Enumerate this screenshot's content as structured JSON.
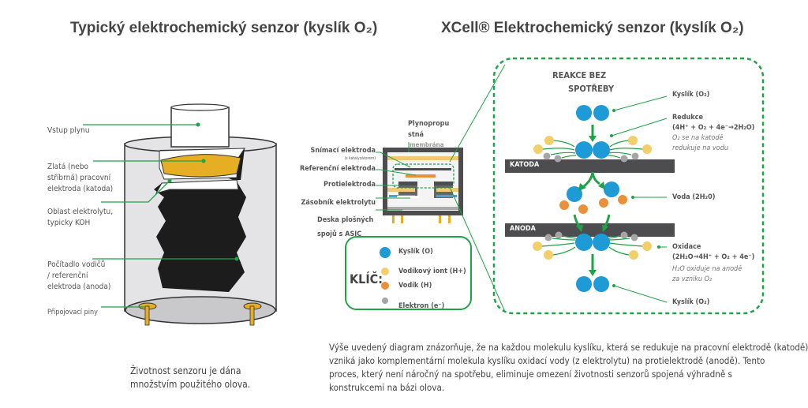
{
  "titles": {
    "left": "Typický elektrochemický senzor (kyslík O₂)",
    "right": "XCell® Elektrochemický senzor (kyslík O₂)"
  },
  "left_sensor": {
    "labels": [
      "Vstup plynu",
      "Zlatá (nebo",
      "stříbrná) pracovní",
      "elektroda (katoda)",
      "Oblast elektrolytu,",
      "typicky KOH",
      "Počítadlo vodičů",
      "/ referenční",
      "elektroda (anoda)",
      "Připojovací piny"
    ],
    "caption": [
      "Životnost senzoru je dána",
      "množstvím použitého olova."
    ]
  },
  "xcell_sensor": {
    "membrane_label": [
      "Plynopropu",
      "stná",
      "membrána"
    ],
    "labels": [
      "Snímací elektroda",
      "(s katalyzátorem)",
      "Referenční elektroda",
      "Protielektroda",
      "Zásobník elektrolytu",
      "Deska plošných",
      "spojů s ASIC"
    ]
  },
  "key": {
    "title": "KLÍČ:",
    "items": [
      {
        "label": "Kyslík (O)",
        "color": "#1e9ad6"
      },
      {
        "label": "Vodíkový iont (H+)",
        "color": "#f2cf6b"
      },
      {
        "label": "Vodík (H)",
        "color": "#e8913a"
      },
      {
        "label": "Elektron (e⁻)",
        "color": "#a6a6a6"
      }
    ]
  },
  "reaction": {
    "heading": [
      "REAKCE BEZ",
      "SPOTŘEBY"
    ],
    "cathode": "KATODA",
    "anode": "ANODA",
    "labels": {
      "oxygen_top": "Kyslík (O₂)",
      "reduction": "Redukce",
      "reduction_eq": "(4H⁺ + O₂ + 4e⁻→2H₂O)",
      "reduction_note": [
        "O₂ se na katodě",
        "redukuje na vodu"
      ],
      "water": "Voda (2H₂0)",
      "oxidation": "Oxidace",
      "oxidation_eq": "(2H₂O→4H⁺ + O₂ + 4e⁻)",
      "oxidation_note": [
        "H₂O oxiduje na anodě",
        "za vzniku O₂"
      ],
      "oxygen_bottom": "Kyslík (O₂)"
    }
  },
  "description": [
    "Výše uvedený diagram znázorňuje, že na každou molekulu kyslíku, která se redukuje na pracovní elektrodě (katodě),",
    "vzniká jako komplementární molekula kyslíku oxidací vody (z elektrolytu) na protielektrodě (anodě). Tento",
    "proces, který není náročný na spotřebu, eliminuje omezení životnosti senzorů spojená výhradně s",
    "konstrukcemi na bázi olova."
  ],
  "colors": {
    "accent_green": "#1fa347",
    "oxygen": "#1e9ad6",
    "gold": "#e6ae22",
    "electrode": "#4d4d4f"
  }
}
